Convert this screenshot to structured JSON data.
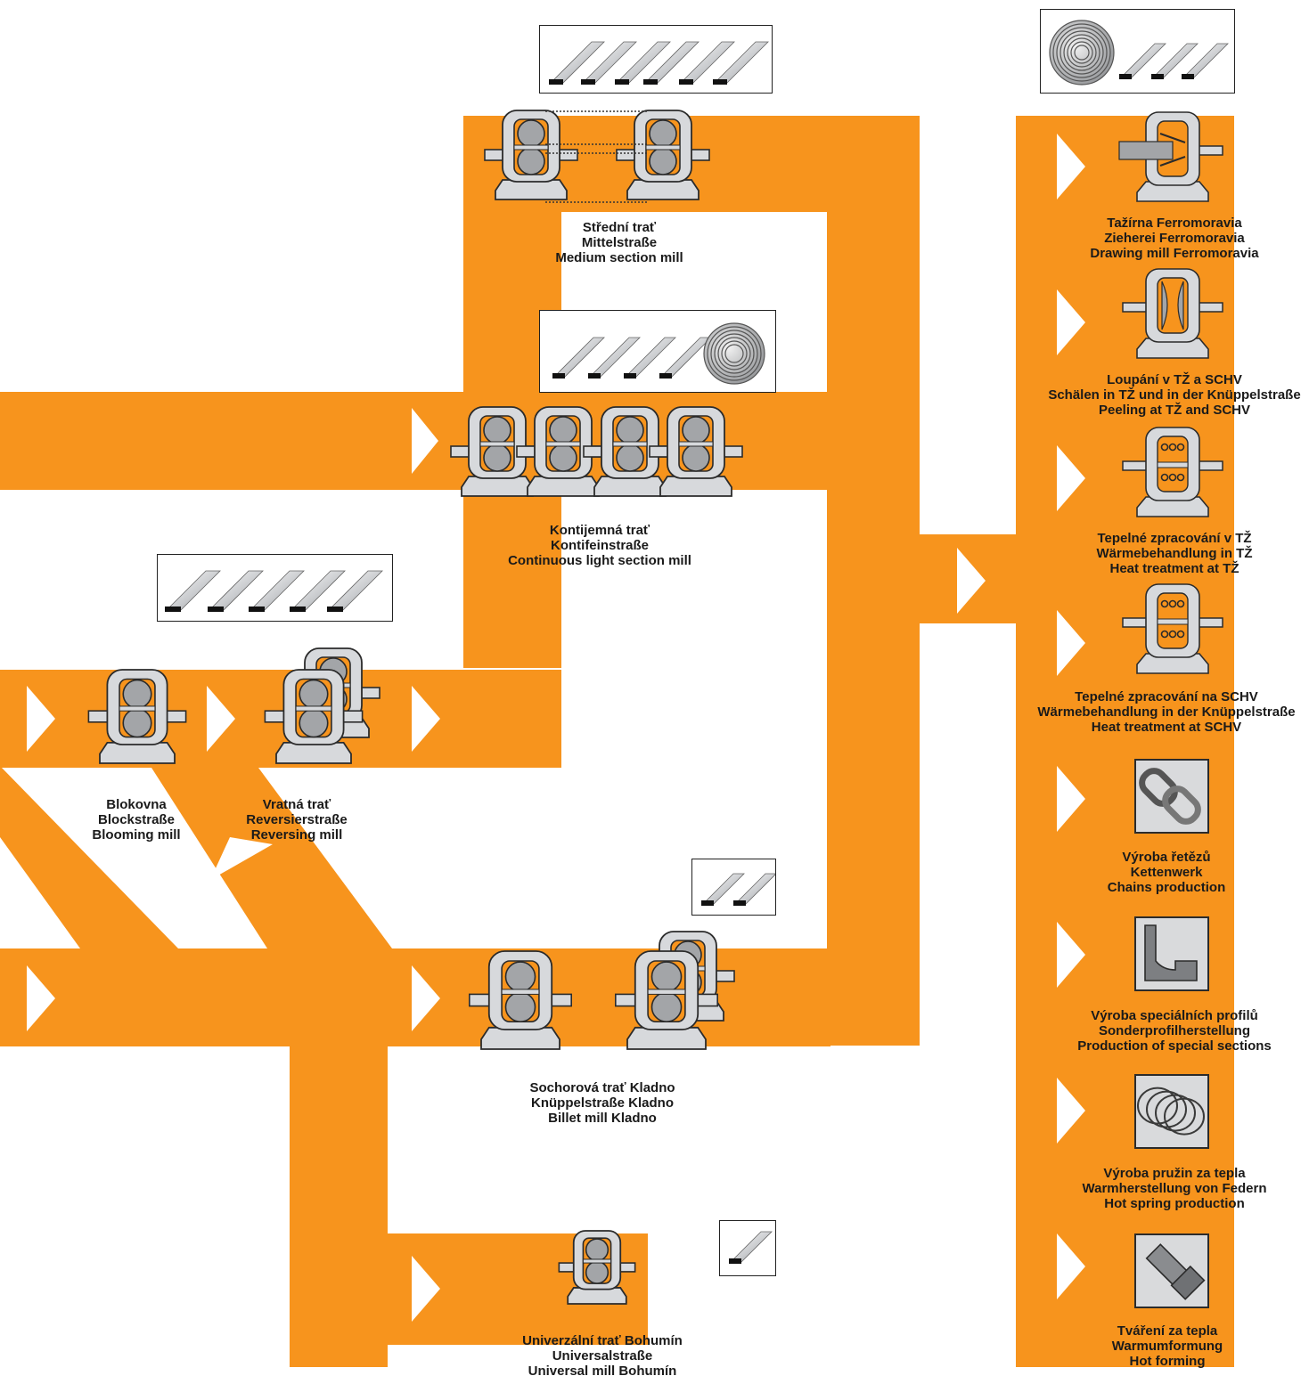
{
  "brand": {
    "orange": "#F7941D",
    "stand": "#D7D9DC",
    "roll": "#A3A5A8",
    "outline": "#2b2b2b"
  },
  "mills": {
    "medium_section": {
      "lines": [
        "Střední trať",
        "Mittelstraße",
        "Medium section mill"
      ]
    },
    "continuous_light": {
      "lines": [
        "Kontijemná trať",
        "Kontifeinstraße",
        "Continuous light section mill"
      ]
    },
    "blooming": {
      "lines": [
        "Blokovna",
        "Blockstraße",
        "Blooming mill"
      ]
    },
    "reversing": {
      "lines": [
        "Vratná trať",
        "Reversierstraße",
        "Reversing mill"
      ]
    },
    "billet_kladno": {
      "lines": [
        "Sochorová trať Kladno",
        "Knüppelstraße Kladno",
        "Billet mill Kladno"
      ]
    },
    "universal_bohumin": {
      "lines": [
        "Univerzální trať Bohumín",
        "Universalstraße",
        "Universal mill Bohumín"
      ]
    }
  },
  "processing": [
    {
      "icon": "drawing-die-icon",
      "lines": [
        "Tažírna Ferromoravia",
        "Zieherei Ferromoravia",
        "Drawing mill Ferromoravia"
      ]
    },
    {
      "icon": "peeling-icon",
      "lines": [
        "Loupání v TŽ a SCHV",
        "Schälen in TŽ und in der Knüppelstraße",
        "Peeling at TŽ and SCHV"
      ]
    },
    {
      "icon": "heat-treatment-icon",
      "lines": [
        "Tepelné zpracování v TŽ",
        "Wärmebehandlung in TŽ",
        "Heat treatment at TŽ"
      ]
    },
    {
      "icon": "heat-treatment-icon",
      "lines": [
        "Tepelné zpracování na SCHV",
        "Wärmebehandlung in der Knüppelstraße",
        "Heat treatment at SCHV"
      ]
    },
    {
      "icon": "chain-icon",
      "lines": [
        "Výroba řetězů",
        "Kettenwerk",
        "Chains production"
      ]
    },
    {
      "icon": "special-section-icon",
      "lines": [
        "Výroba speciálních profilů",
        "Sonderprofilherstellung",
        "Production of special sections"
      ]
    },
    {
      "icon": "spring-icon",
      "lines": [
        "Výroba pružin za tepla",
        "Warmherstellung von Federn",
        "Hot spring production"
      ]
    },
    {
      "icon": "bolt-icon",
      "lines": [
        "Tváření za tepla",
        "Warmumformung",
        "Hot forming"
      ]
    }
  ]
}
